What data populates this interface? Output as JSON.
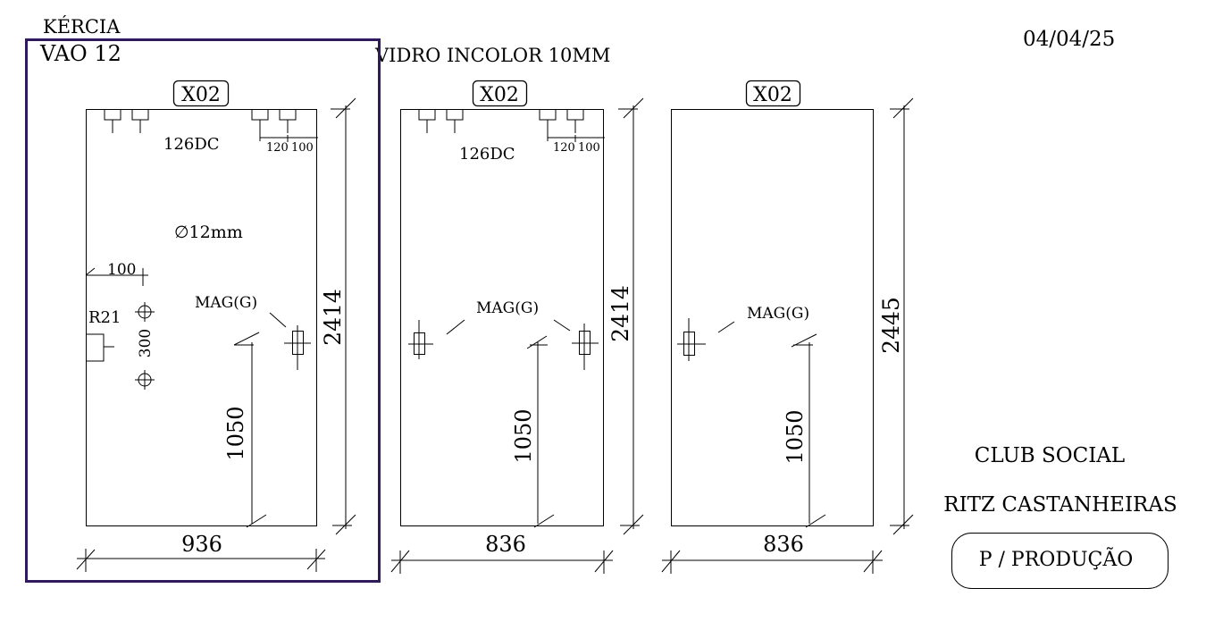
{
  "header": {
    "client": "KÉRCIA",
    "span": "VAO  12",
    "material": "VIDRO INCOLOR 10MM",
    "date": "04/04/25"
  },
  "panels": [
    {
      "code": "X02",
      "hinge_ref": "126DC",
      "hinge_dim_a": "120",
      "hinge_dim_b": "100",
      "hole_diameter": "∅12mm",
      "handle_offset": "100",
      "radius": "R21",
      "handle_spacing": "300",
      "lock_label": "MAG(G)",
      "lock_height": "1050",
      "height": "2414",
      "width": "936"
    },
    {
      "code": "X02",
      "hinge_ref": "126DC",
      "hinge_dim_a": "120",
      "hinge_dim_b": "100",
      "lock_label": "MAG(G)",
      "lock_height": "1050",
      "height": "2414",
      "width": "836"
    },
    {
      "code": "X02",
      "lock_label": "MAG(G)",
      "lock_height": "1050",
      "height": "2445",
      "width": "836"
    }
  ],
  "project": {
    "line1": "CLUB SOCIAL",
    "line2": "RITZ CASTANHEIRAS",
    "stamp": "P / PRODUÇÃO"
  },
  "colors": {
    "selection_frame": "#2e1a5c",
    "ink": "#000000"
  }
}
